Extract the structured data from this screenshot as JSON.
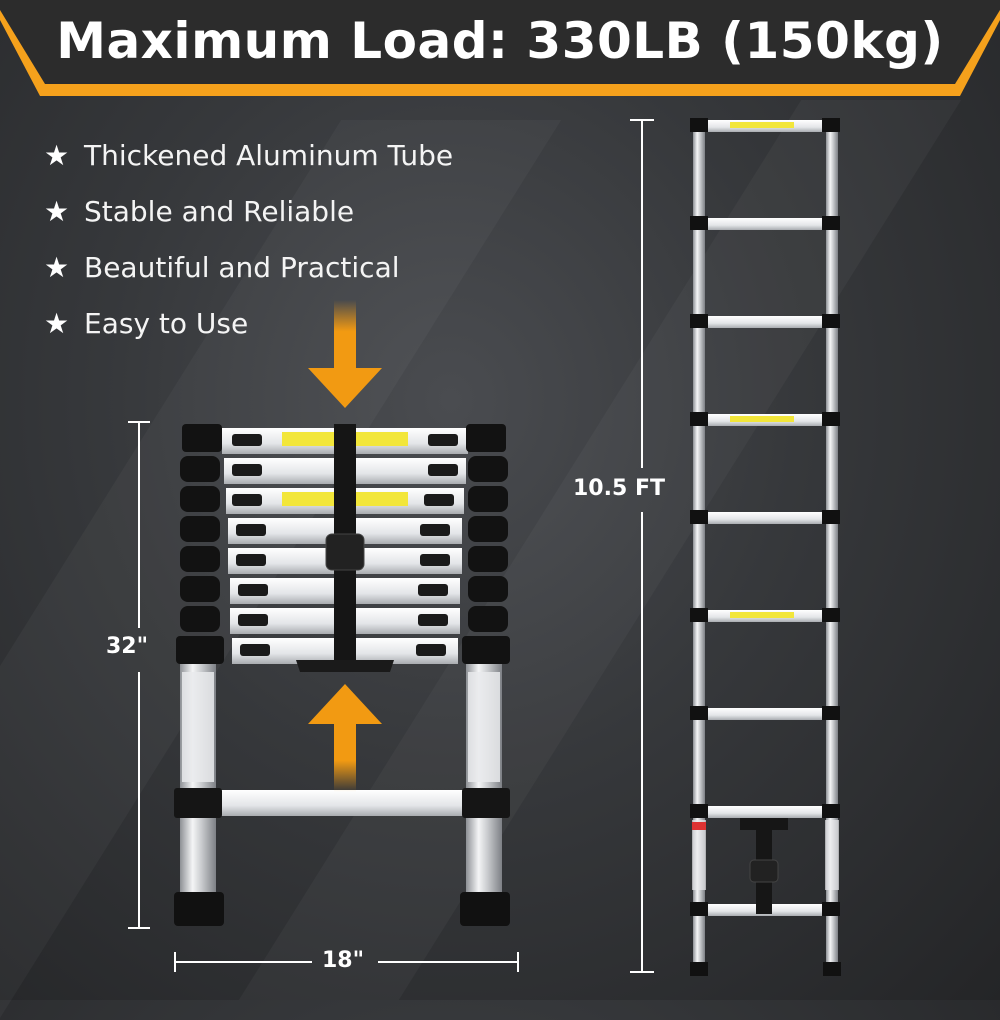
{
  "header": {
    "title": "Maximum Load: 330LB (150kg)",
    "accent_color": "#f5a11c",
    "banner_color": "#2c2c2c"
  },
  "features": {
    "star_icon": "★",
    "items": [
      "Thickened Aluminum Tube",
      "Stable and Reliable",
      "Beautiful and Practical",
      "Easy to Use"
    ]
  },
  "dimensions": {
    "collapsed_height": "32\"",
    "collapsed_width": "18\"",
    "extended_height": "10.5 FT"
  },
  "colors": {
    "arrow": "#f29a12",
    "aluminum": "#d9dbde",
    "black": "#111111",
    "warning_label": "#f2e63a"
  }
}
